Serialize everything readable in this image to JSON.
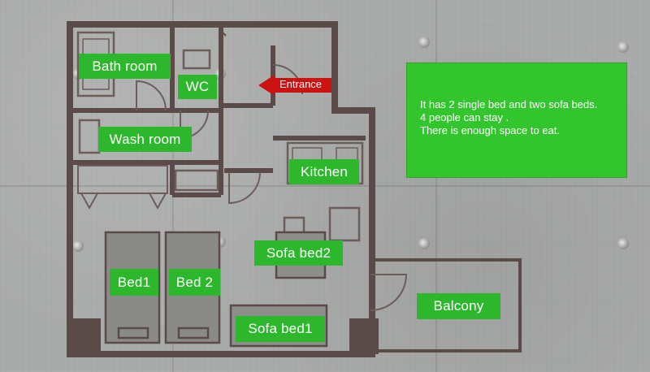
{
  "rooms": {
    "bath_room": "Bath room",
    "wc": "WC",
    "wash_room": "Wash room",
    "kitchen": "Kitchen",
    "sofa_bed2": "Sofa bed2",
    "bed1": "Bed1",
    "bed2": "Bed 2",
    "sofa_bed1": "Sofa bed1",
    "balcony": "Balcony"
  },
  "entrance": {
    "label": "Entrance",
    "arrow_color": "#cc1111"
  },
  "info": {
    "lines": [
      "It has 2  single bed and two sofa beds.",
      "4 people can stay .",
      "There is enough space to eat."
    ]
  },
  "colors": {
    "label_green": "#2db72d",
    "wall": "#5a4a48",
    "info_green": "#33c52e"
  }
}
